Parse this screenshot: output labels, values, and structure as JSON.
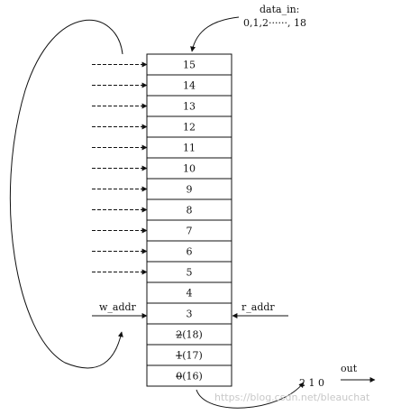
{
  "input_label_line1": "data_in:",
  "input_label_line2": "0,1,2······, 18",
  "cells": [
    {
      "text": "15",
      "struck": false,
      "strike_char": "",
      "suffix": ""
    },
    {
      "text": "14",
      "struck": false,
      "strike_char": "",
      "suffix": ""
    },
    {
      "text": "13",
      "struck": false,
      "strike_char": "",
      "suffix": ""
    },
    {
      "text": "12",
      "struck": false,
      "strike_char": "",
      "suffix": ""
    },
    {
      "text": "11",
      "struck": false,
      "strike_char": "",
      "suffix": ""
    },
    {
      "text": "10",
      "struck": false,
      "strike_char": "",
      "suffix": ""
    },
    {
      "text": "9",
      "struck": false,
      "strike_char": "",
      "suffix": ""
    },
    {
      "text": "8",
      "struck": false,
      "strike_char": "",
      "suffix": ""
    },
    {
      "text": "7",
      "struck": false,
      "strike_char": "",
      "suffix": ""
    },
    {
      "text": "6",
      "struck": false,
      "strike_char": "",
      "suffix": ""
    },
    {
      "text": "5",
      "struck": false,
      "strike_char": "",
      "suffix": ""
    },
    {
      "text": "4",
      "struck": false,
      "strike_char": "",
      "suffix": ""
    },
    {
      "text": "3",
      "struck": false,
      "strike_char": "",
      "suffix": ""
    },
    {
      "text": "2(18)",
      "struck": true,
      "strike_char": "2",
      "suffix": "(18)"
    },
    {
      "text": "1(17)",
      "struck": true,
      "strike_char": "1",
      "suffix": "(17)"
    },
    {
      "text": "0(16)",
      "struck": true,
      "strike_char": "0",
      "suffix": "(16)"
    }
  ],
  "w_addr_label": "w_addr",
  "r_addr_label": "r_addr",
  "output_sequence": "2 1 0",
  "output_label": "out",
  "watermark": "https://blog.csdn.net/bleauchat"
}
